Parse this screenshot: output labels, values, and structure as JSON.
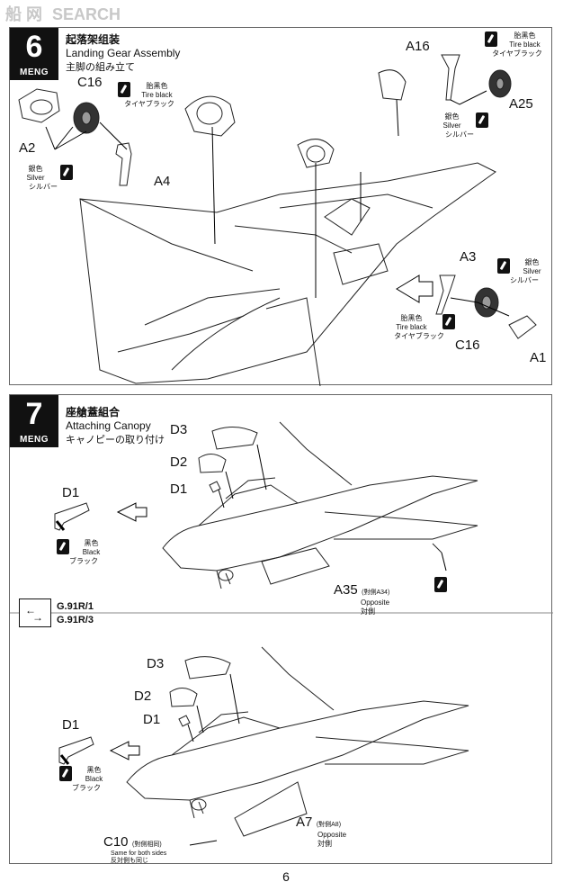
{
  "watermark": {
    "text": "SEARCH",
    "logo_text": "船 网"
  },
  "step6": {
    "brand": "MENG",
    "number": "6",
    "title_cn": "起落架组装",
    "title_en": "Landing Gear Assembly",
    "title_jp": "主脚の組み立て",
    "parts": {
      "a16": "A16",
      "c16": "C16",
      "a2": "A2",
      "a4": "A4",
      "a25": "A25",
      "a3": "A3",
      "c16b": "C16",
      "a1": "A1"
    },
    "tire_c16": {
      "cn": "胎黑色",
      "en": "Tire black",
      "jp": "タイヤブラック"
    },
    "silver_left": {
      "cn": "銀色",
      "en": "Silver",
      "jp": "シルバー"
    },
    "tire_a16": {
      "cn": "胎黑色",
      "en": "Tire black",
      "jp": "タイヤブラック"
    },
    "silver_a16": {
      "cn": "銀色",
      "en": "Silver",
      "jp": "シルバー"
    },
    "silver_a3": {
      "cn": "銀色",
      "en": "Silver",
      "jp": "シルバー"
    },
    "tire_a3": {
      "cn": "胎黑色",
      "en": "Tire black",
      "jp": "タイヤブラック"
    }
  },
  "step7": {
    "brand": "MENG",
    "number": "7",
    "title_cn": "座艙蓋組合",
    "title_en": "Attaching Canopy",
    "title_jp": "キャノピーの取り付け",
    "parts": {
      "d3": "D3",
      "d2": "D2",
      "d1": "D1",
      "d1_left": "D1",
      "a35": "A35",
      "a35_note": "(對側A34)",
      "a35_opp": "Opposite",
      "a35_jp": "対側"
    },
    "black": {
      "cn": "黑色",
      "en": "Black",
      "jp": "ブラック"
    },
    "variants": [
      "G.91R/1",
      "G.91R/3"
    ],
    "lower": {
      "d3": "D3",
      "d2": "D2",
      "d1": "D1",
      "d1_left": "D1",
      "a7": "A7",
      "a7_note": "(對側A8)",
      "a7_opp": "Opposite",
      "a7_jp": "対側",
      "c10": "C10",
      "c10_note": "(對側相同)",
      "c10_en": "Same for both sides",
      "c10_jp": "反対側も同じ",
      "black": {
        "cn": "黑色",
        "en": "Black",
        "jp": "ブラック"
      }
    }
  },
  "page_number": "6"
}
